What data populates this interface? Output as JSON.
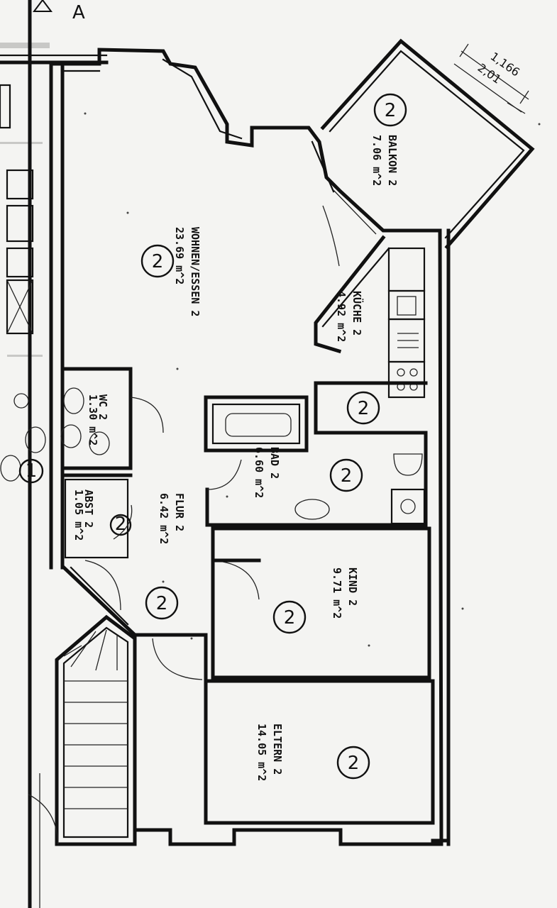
{
  "top_marker": "A",
  "dimensions": {
    "outer": "1,166",
    "inner": "2,01"
  },
  "rooms": [
    {
      "id": "balkon",
      "label": "BALKON 2",
      "area": "7.06 m^2",
      "unit": "2"
    },
    {
      "id": "wohnen",
      "label": "WOHNEN/ESSEN 2",
      "area": "23.69 m^2",
      "unit": "2"
    },
    {
      "id": "kueche",
      "label": "KÜCHE 2",
      "area": "4.92 m^2",
      "unit": "2"
    },
    {
      "id": "bad",
      "label": "BAD 2",
      "area": "6.60 m^2",
      "unit": "2"
    },
    {
      "id": "flur",
      "label": "FLUR 2",
      "area": "6.42 m^2",
      "unit": "2"
    },
    {
      "id": "kind",
      "label": "KIND 2",
      "area": "9.71 m^2",
      "unit": "2"
    },
    {
      "id": "eltern",
      "label": "ELTERN 2",
      "area": "14.05 m^2",
      "unit": "2"
    }
  ],
  "side_units": [
    {
      "id": "wc-left",
      "label": "WC 2",
      "area": "1.30 m^2",
      "unit": "2"
    },
    {
      "id": "abst-left",
      "label": "ABST 2",
      "area": "1.05 m^2",
      "unit": "2"
    },
    {
      "id": "neighbor-unit",
      "unit": "1"
    }
  ]
}
